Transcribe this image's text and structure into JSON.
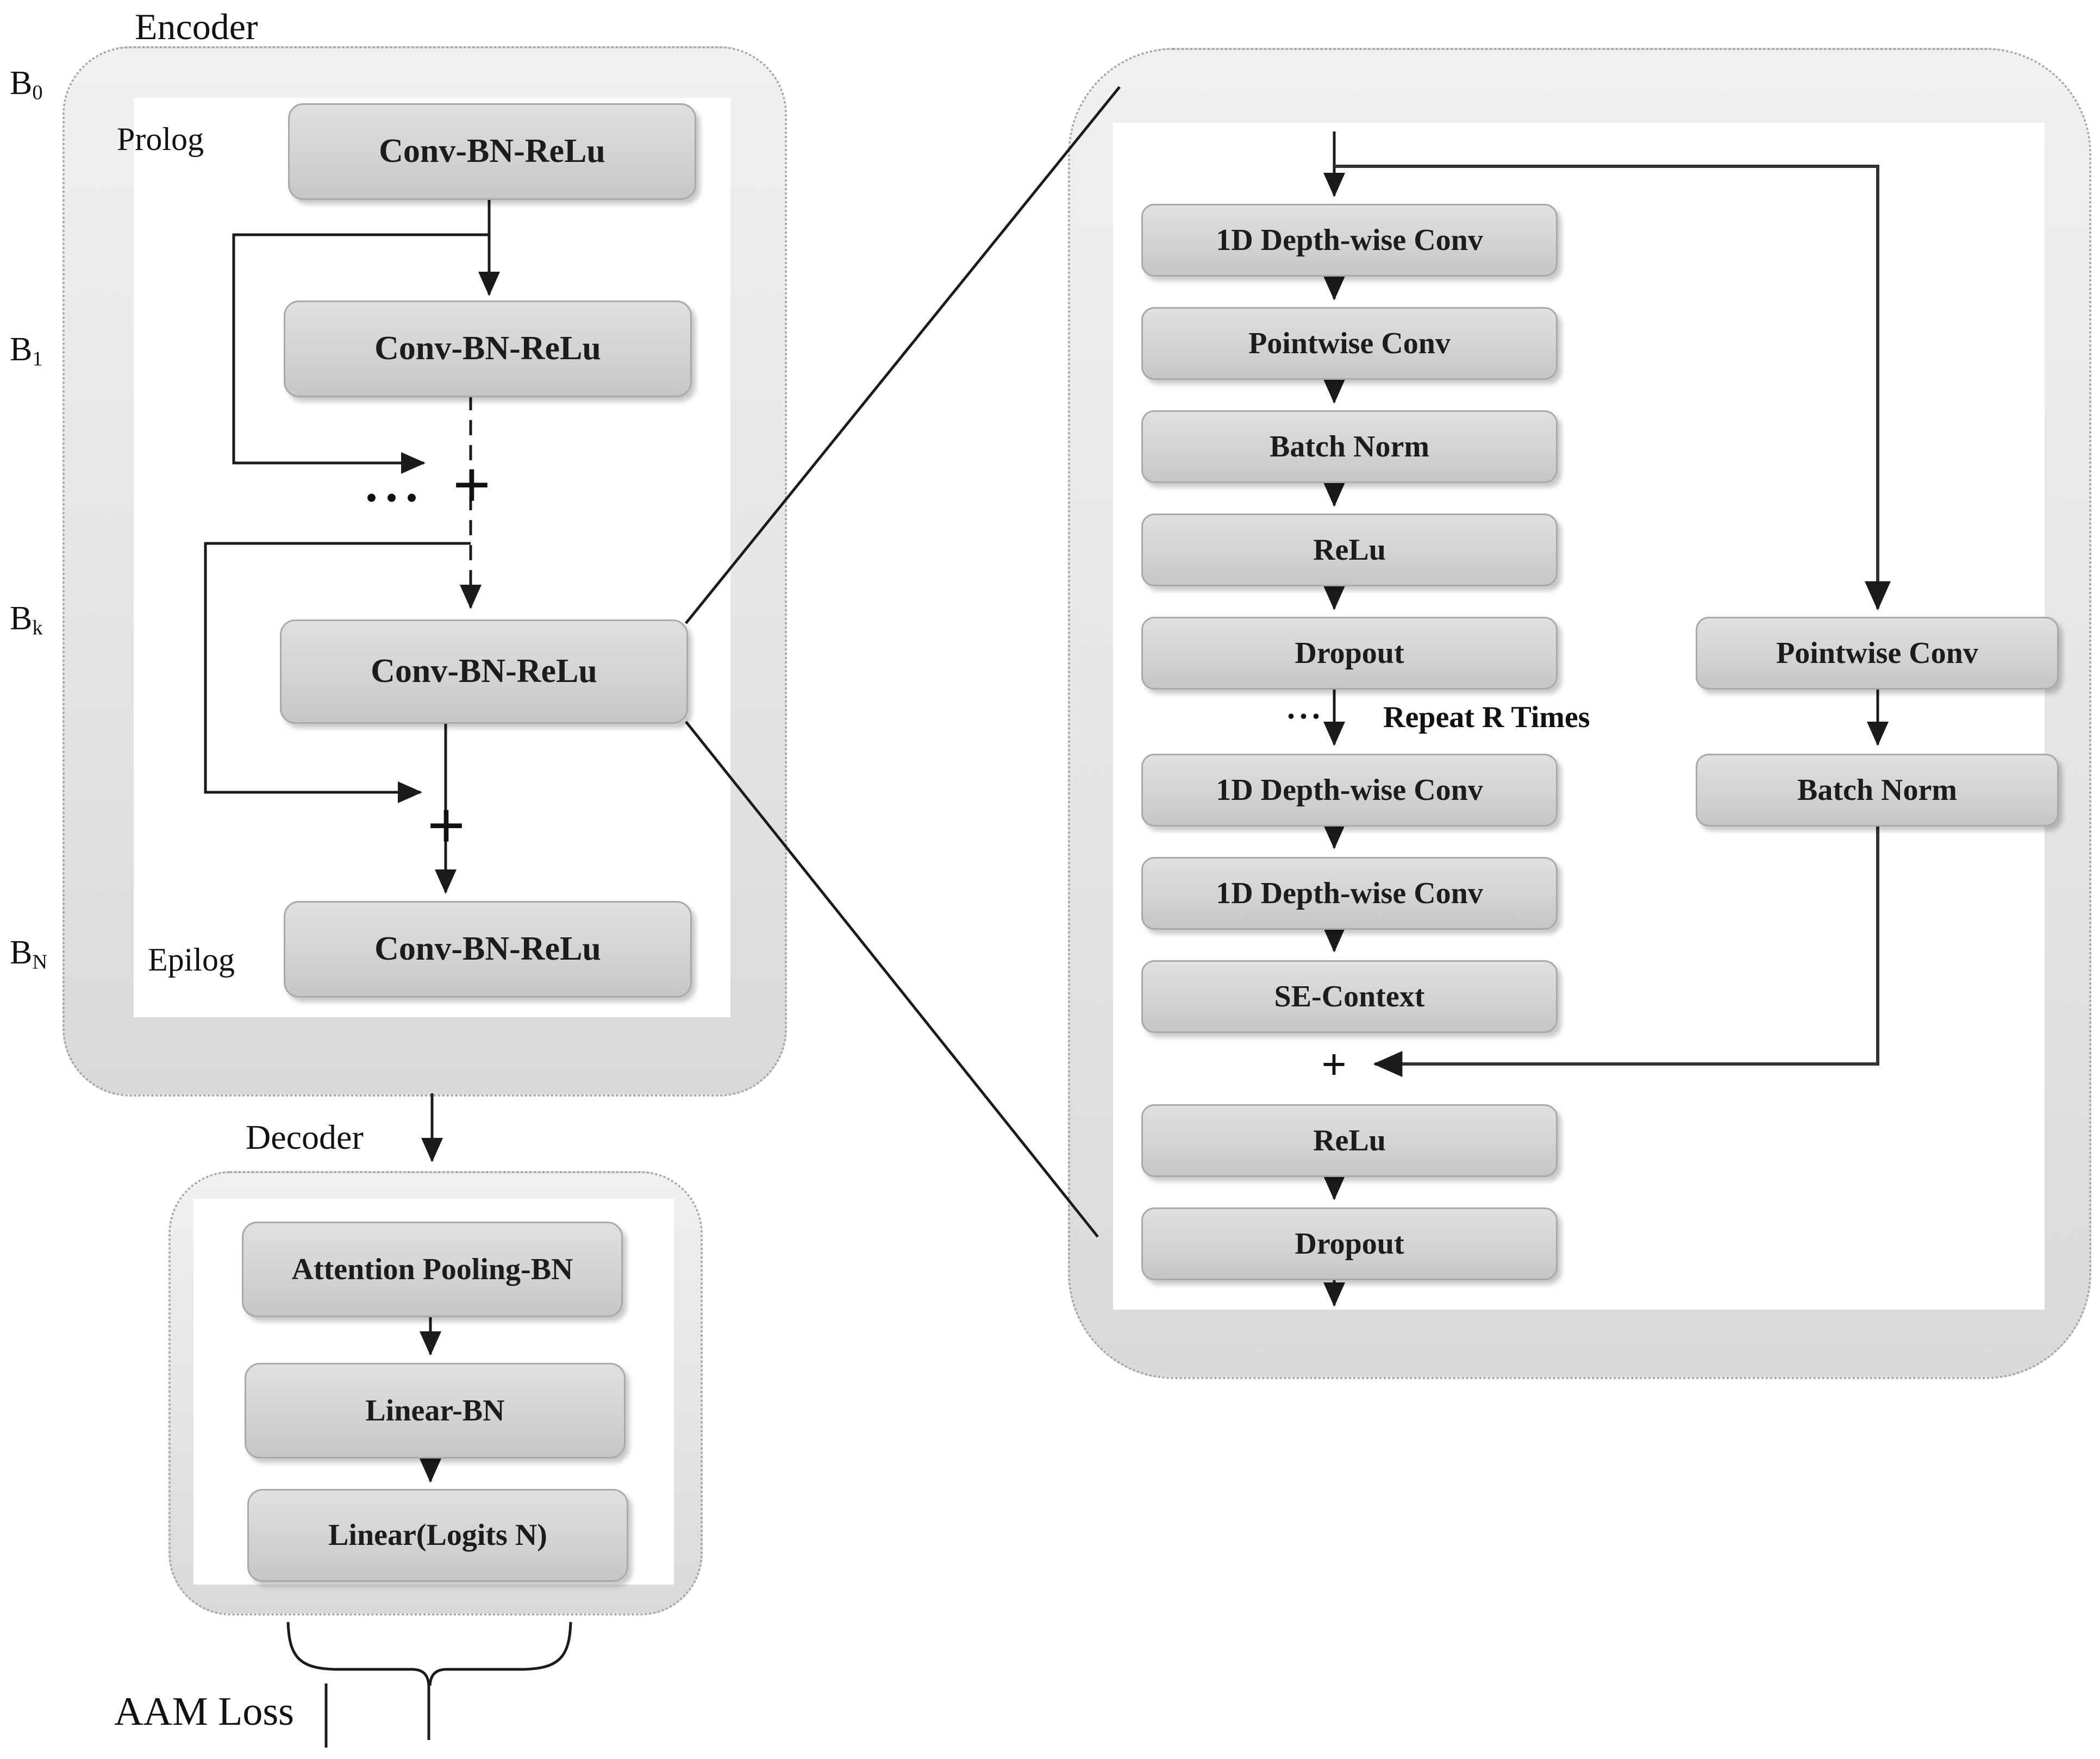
{
  "encoder": {
    "title": "Encoder",
    "side_labels": [
      {
        "base": "B",
        "sub": "0"
      },
      {
        "base": "B",
        "sub": "1"
      },
      {
        "base": "B",
        "sub": "k"
      },
      {
        "base": "B",
        "sub": "N"
      }
    ],
    "prolog_label": "Prolog",
    "epilog_label": "Epilog",
    "blocks": {
      "prolog": "Conv-BN-ReLu",
      "b1": "Conv-BN-ReLu",
      "bk": "Conv-BN-ReLu",
      "epilog": "Conv-BN-ReLu"
    },
    "plus_b1": "+",
    "plus_bk": "+",
    "ellipsis": "..."
  },
  "decoder": {
    "title": "Decoder",
    "blocks": [
      "Attention Pooling-BN",
      "Linear-BN",
      "Linear(Logits N)"
    ],
    "loss_label": "AAM Loss"
  },
  "block_detail": {
    "main_blocks": [
      "1D Depth-wise Conv",
      "Pointwise Conv",
      "Batch Norm",
      "ReLu",
      "Dropout",
      "1D Depth-wise Conv",
      "1D Depth-wise Conv",
      "SE-Context",
      "ReLu",
      "Dropout"
    ],
    "branch_blocks": [
      "Pointwise Conv",
      "Batch Norm"
    ],
    "repeat_note": "Repeat R Times",
    "repeat_ellipsis": "...",
    "sum_plus": "+"
  },
  "colors": {
    "block_fill_top": "#e0e0e0",
    "block_fill_bottom": "#c6c6c6",
    "block_border": "#a9a9a9",
    "container_border": "#a3a3a3",
    "line": "#1b1b1b",
    "text": "#1b1b1b"
  }
}
